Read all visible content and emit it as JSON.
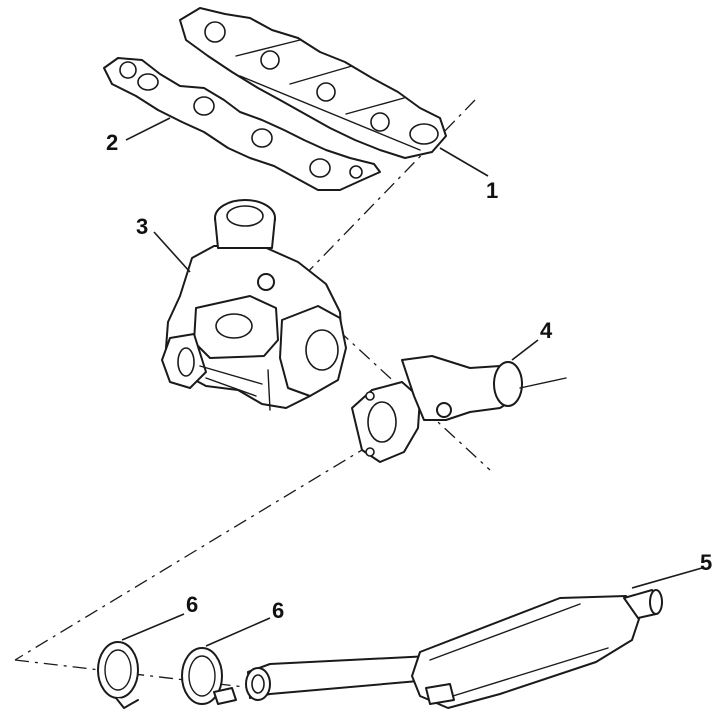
{
  "callouts": {
    "exhaust_manifold": "1",
    "manifold_gasket": "2",
    "turbocharger": "3",
    "downpipe": "4",
    "muffler": "5",
    "clamp_a": "6",
    "clamp_b": "6"
  }
}
